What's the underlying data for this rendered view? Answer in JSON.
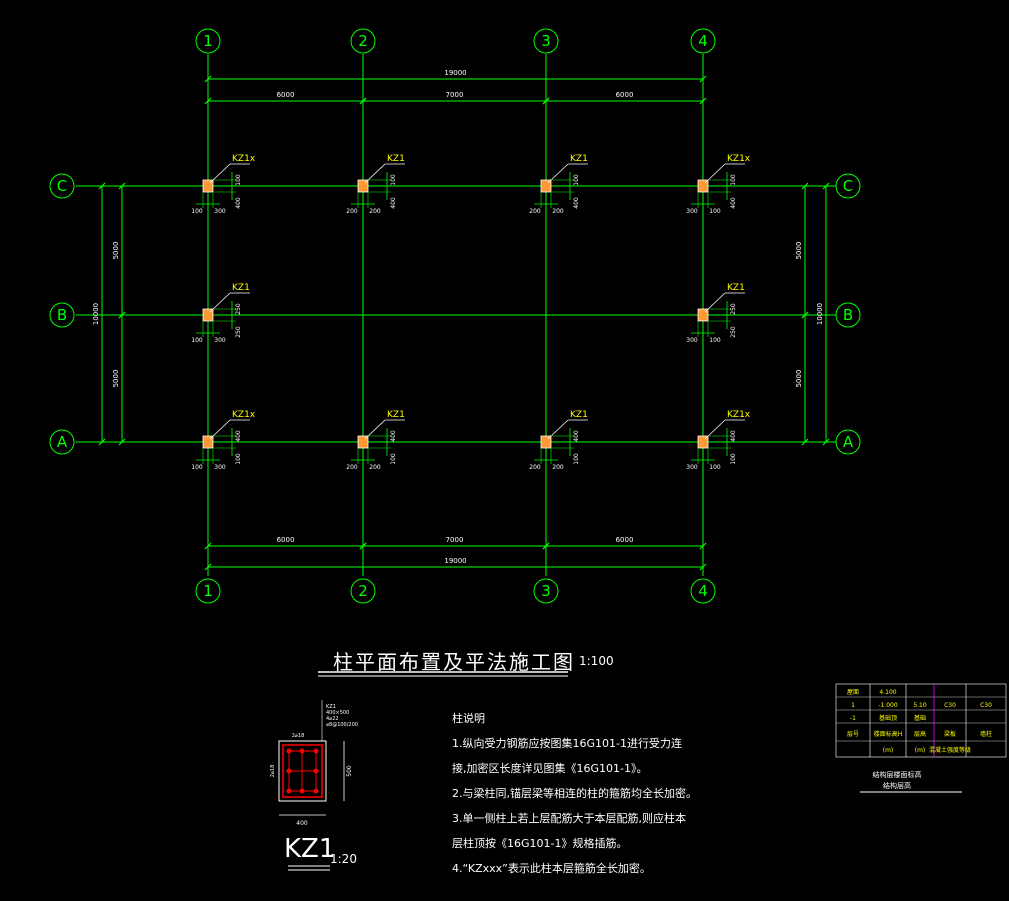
{
  "colors": {
    "background": "#000000",
    "axis_line": "#00ff00",
    "beam_dash": "#ff0000",
    "column_fill": "#ff9933",
    "label_yellow": "#ffff00",
    "text_white": "#ffffff",
    "table_border": "#c8c8c8",
    "table_divider": "#ff00ff",
    "detail_rebar": "#ff0000"
  },
  "grid": {
    "column_axes": [
      "1",
      "2",
      "3",
      "4"
    ],
    "row_axes": [
      "C",
      "B",
      "A"
    ],
    "dim_total_x": "19000",
    "dim_bays_x": [
      "6000",
      "7000",
      "6000"
    ],
    "dim_total_y": "10000",
    "dim_bays_y": [
      "5000",
      "5000"
    ]
  },
  "columns": [
    {
      "label": "KZ1x",
      "axis": "1",
      "row": "C",
      "v1": "100",
      "v2": "400",
      "h1": "100",
      "h2": "300"
    },
    {
      "label": "KZ1",
      "axis": "2",
      "row": "C",
      "v1": "100",
      "v2": "400",
      "h1": "200",
      "h2": "200"
    },
    {
      "label": "KZ1",
      "axis": "3",
      "row": "C",
      "v1": "100",
      "v2": "400",
      "h1": "200",
      "h2": "200"
    },
    {
      "label": "KZ1x",
      "axis": "4",
      "row": "C",
      "v1": "100",
      "v2": "400",
      "h1": "300",
      "h2": "100"
    },
    {
      "label": "KZ1",
      "axis": "1",
      "row": "B",
      "v1": "250",
      "v2": "250",
      "h1": "100",
      "h2": "300"
    },
    {
      "label": "KZ1",
      "axis": "4",
      "row": "B",
      "v1": "250",
      "v2": "250",
      "h1": "300",
      "h2": "100"
    },
    {
      "label": "KZ1x",
      "axis": "1",
      "row": "A",
      "v1": "400",
      "v2": "100",
      "h1": "100",
      "h2": "300"
    },
    {
      "label": "KZ1",
      "axis": "2",
      "row": "A",
      "v1": "400",
      "v2": "100",
      "h1": "200",
      "h2": "200"
    },
    {
      "label": "KZ1",
      "axis": "3",
      "row": "A",
      "v1": "400",
      "v2": "100",
      "h1": "200",
      "h2": "200"
    },
    {
      "label": "KZ1x",
      "axis": "4",
      "row": "A",
      "v1": "400",
      "v2": "100",
      "h1": "300",
      "h2": "100"
    }
  ],
  "titles": {
    "main_title": "柱平面布置及平法施工图",
    "main_scale": "1:100",
    "detail_title": "KZ1",
    "detail_scale": "1:20"
  },
  "detail": {
    "width_dim": "400",
    "height_dim": "500",
    "top_dim": "2⌀18",
    "side_dim": "2⌀18",
    "callout_lines": [
      "KZ1",
      "400×500",
      "4⌀22",
      "⌀8@100/200"
    ]
  },
  "notes": {
    "title": "柱说明",
    "lines": [
      "1.纵向受力钢筋应按图集16G101-1进行受力连",
      "接,加密区长度详见图集《16G101-1》。",
      "2.与梁柱同,锚层梁等相连的柱的箍筋均全长加密。",
      "3.单一侧柱上若上层配筋大于本层配筋,则应柱本",
      "层柱顶按《16G101-1》规格插筋。",
      "4.“KZxxx”表示此柱本层箍筋全长加密。"
    ]
  },
  "floor_table": {
    "rows": [
      {
        "c1": "屋面",
        "c2": "4.100",
        "c3": "",
        "c4": "",
        "c5": ""
      },
      {
        "c1": "1",
        "c2": "-1.000",
        "c3": "5.10",
        "c4": "C30",
        "c5": "C30"
      },
      {
        "c1": "-1",
        "c2": "基础顶",
        "c3": "基础",
        "c4": "",
        "c5": ""
      },
      {
        "c1": "层号",
        "c2": "楼面标高H",
        "c3": "层高",
        "c4": "梁板",
        "c5": "墙柱"
      },
      {
        "c1": "",
        "c2": "(m)",
        "c3": "(m)",
        "c4": "混凝土强度等级",
        "c5": ""
      }
    ],
    "caption_line1": "结构层楼面标高",
    "caption_line2": "结构层高"
  }
}
